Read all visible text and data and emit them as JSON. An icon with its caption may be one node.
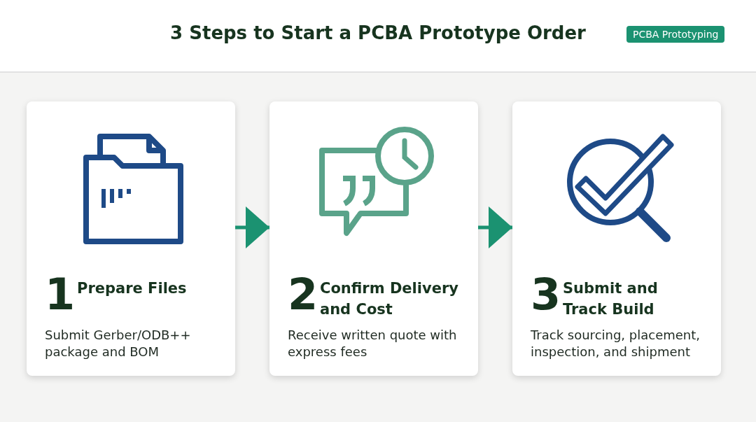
{
  "diagram": {
    "title": "3 Steps to Start a PCBA Prototype Order",
    "nodes": [
      {
        "text": [
          "1",
          "Prepare Files",
          "Submit Gerber/ODB++ package and BOM"
        ]
      },
      {
        "text": [
          "2",
          "Confirm Delivery and Cost",
          "Receive written quote with express fees"
        ]
      },
      {
        "text": [
          "3",
          "Submit and Track Build",
          "Track sourcing, placement, inspection, and shipment"
        ]
      }
    ],
    "edges": [
      {
        "from": 0,
        "to": 1,
        "arrow": "to"
      },
      {
        "from": 1,
        "to": 2,
        "arrow": "to"
      }
    ],
    "labels": [
      "PCBA Prototyping"
    ]
  }
}
